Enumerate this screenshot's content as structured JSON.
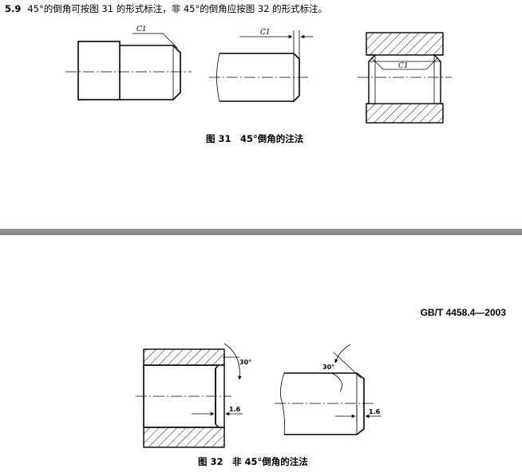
{
  "clause": {
    "number": "5.9",
    "text": "45°的倒角可按图 31 的形式标注，非 45°的倒角应按图 32 的形式标注。"
  },
  "figure31": {
    "caption": "图 31　45°倒角的注法",
    "labels": [
      "C1",
      "C1",
      "C1"
    ]
  },
  "header": {
    "standard": "GB/T 4458.4—2003"
  },
  "figure32": {
    "caption": "图 32　非 45°倒角的注法",
    "angle_labels": [
      "30°",
      "30°"
    ],
    "length_labels": [
      "1.6",
      "1.6"
    ]
  }
}
